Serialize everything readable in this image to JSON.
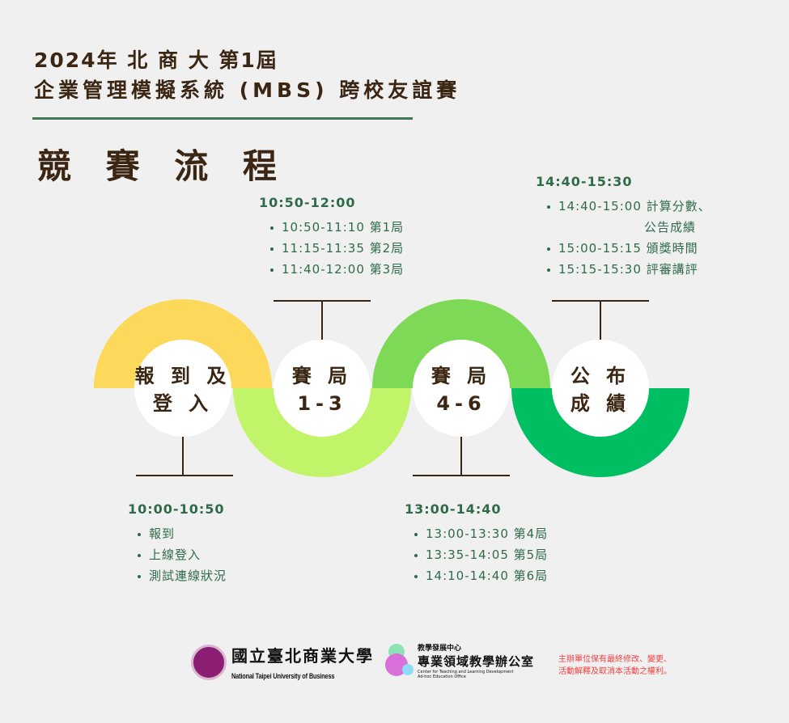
{
  "header": {
    "line1": "2024年 北 商 大 第1屆",
    "line2": "企業管理模擬系統 (MBS) 跨校友誼賽",
    "title": "競 賽 流 程"
  },
  "stages": [
    {
      "label1": "報 到 及",
      "label2": "登 入",
      "time": "10:00-10:50",
      "items": [
        "報到",
        "上線登入",
        "測試連線狀況"
      ],
      "color": "#fcd95a"
    },
    {
      "label1": "賽 局",
      "label2": "1-3",
      "time": "10:50-12:00",
      "items": [
        "10:50-11:10 第1局",
        "11:15-11:35 第2局",
        "11:40-12:00 第3局"
      ],
      "color": "#c2f46a"
    },
    {
      "label1": "賽 局",
      "label2": "4-6",
      "time": "13:00-14:40",
      "items": [
        "13:00-13:30 第4局",
        "13:35-14:05 第5局",
        "14:10-14:40 第6局"
      ],
      "color": "#7ed957"
    },
    {
      "label1": "公 布",
      "label2": "成 績",
      "time": "14:40-15:30",
      "items": [
        "14:40-15:00 計算分數、",
        "公告成績",
        "15:00-15:15 頒獎時間",
        "15:15-15:30 評審講評"
      ],
      "color": "#00bf63"
    }
  ],
  "footer": {
    "uni_name": "國立臺北商業大學",
    "uni_en": "National Taipei University of Business",
    "center_small": "教學發展中心",
    "center_name": "專業領域教學辦公室",
    "center_en1": "Center for Teaching and Learning Development",
    "center_en2": "Ad-hoc Education Office",
    "note1": "主辦單位保有最終修改、變更、",
    "note2": "活動解釋及取消本活動之權利。"
  }
}
